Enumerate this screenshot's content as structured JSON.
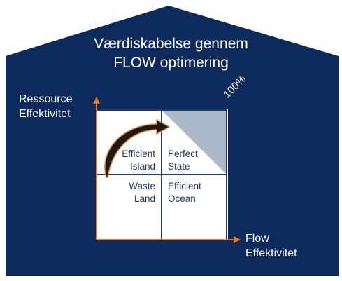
{
  "title": {
    "line1": "Værdiskabelse gennem",
    "line2": "FLOW optimering"
  },
  "y_axis": {
    "line1": "Ressource",
    "line2": "Effektivitet"
  },
  "x_axis": {
    "line1": "Flow",
    "line2": "Effektivitet"
  },
  "corner_label": "100%",
  "quadrants": {
    "top_left": {
      "line1": "Efficient",
      "line2": "Island"
    },
    "top_right": {
      "line1": "Perfect",
      "line2": "State"
    },
    "bottom_left": {
      "line1": "Waste",
      "line2": "Land"
    },
    "bottom_right": {
      "line1": "Efficient",
      "line2": "Ocean"
    }
  },
  "colors": {
    "house": "#0c2a5b",
    "matrix_bg": "#ffffff",
    "grid": "#1f3864",
    "axis_arrow": "#e87722",
    "perfect_triangle": "#adb9ca",
    "curved_arrow_fill": "#1a1a1a",
    "curved_arrow_outline": "#e87722"
  }
}
